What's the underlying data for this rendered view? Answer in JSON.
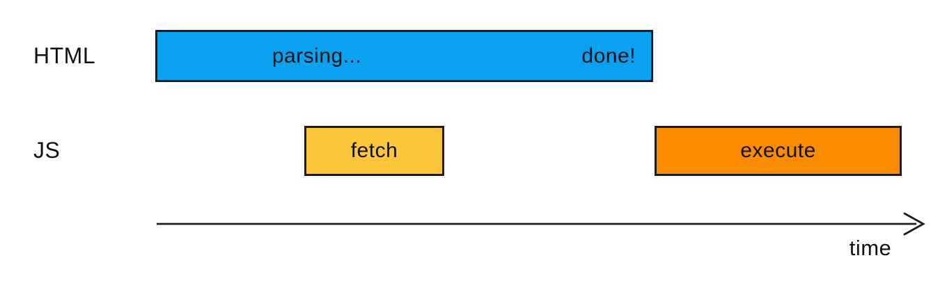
{
  "rows": [
    {
      "id": "html",
      "label": "HTML"
    },
    {
      "id": "js",
      "label": "JS"
    }
  ],
  "bars": {
    "parsing": {
      "row": "HTML",
      "label": "parsing...",
      "end_label": "done!",
      "color": "#0aa2f0"
    },
    "fetch": {
      "row": "JS",
      "label": "fetch",
      "color": "#fdc63c"
    },
    "execute": {
      "row": "JS",
      "label": "execute",
      "color": "#fb8b00"
    }
  },
  "axis": {
    "label": "time"
  },
  "colors": {
    "background": "#ffffff",
    "bar_border": "#1c1c1c",
    "axis_line": "#1c1c1c",
    "text": "#111111"
  }
}
